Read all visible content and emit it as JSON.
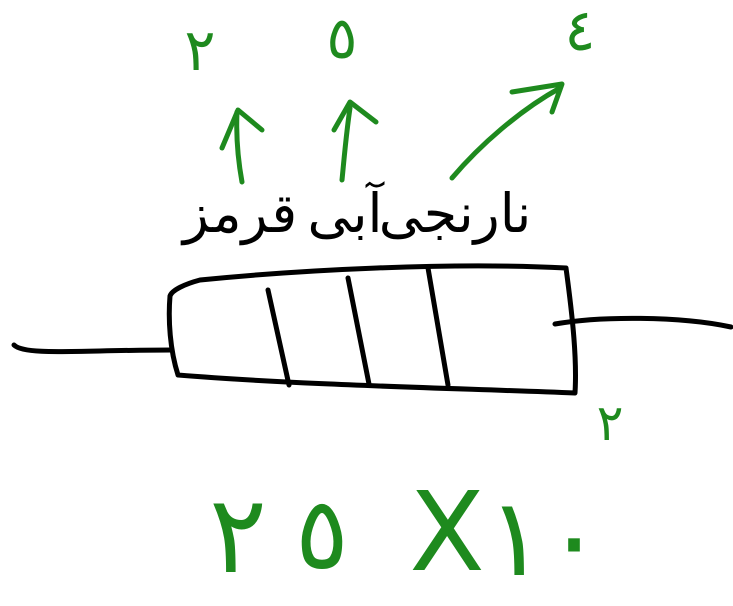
{
  "digits_top": [
    "٢",
    "٥",
    "٤"
  ],
  "color_names": [
    "قرمز",
    "آبی",
    "نارنجی"
  ],
  "exponent": "٢",
  "formula": {
    "digit1": "٢",
    "digit2": "٥",
    "times": "X",
    "base": "١٠"
  },
  "colors": {
    "ink_green": "#1e8a1e",
    "ink_black": "#000000",
    "background": "#ffffff"
  }
}
